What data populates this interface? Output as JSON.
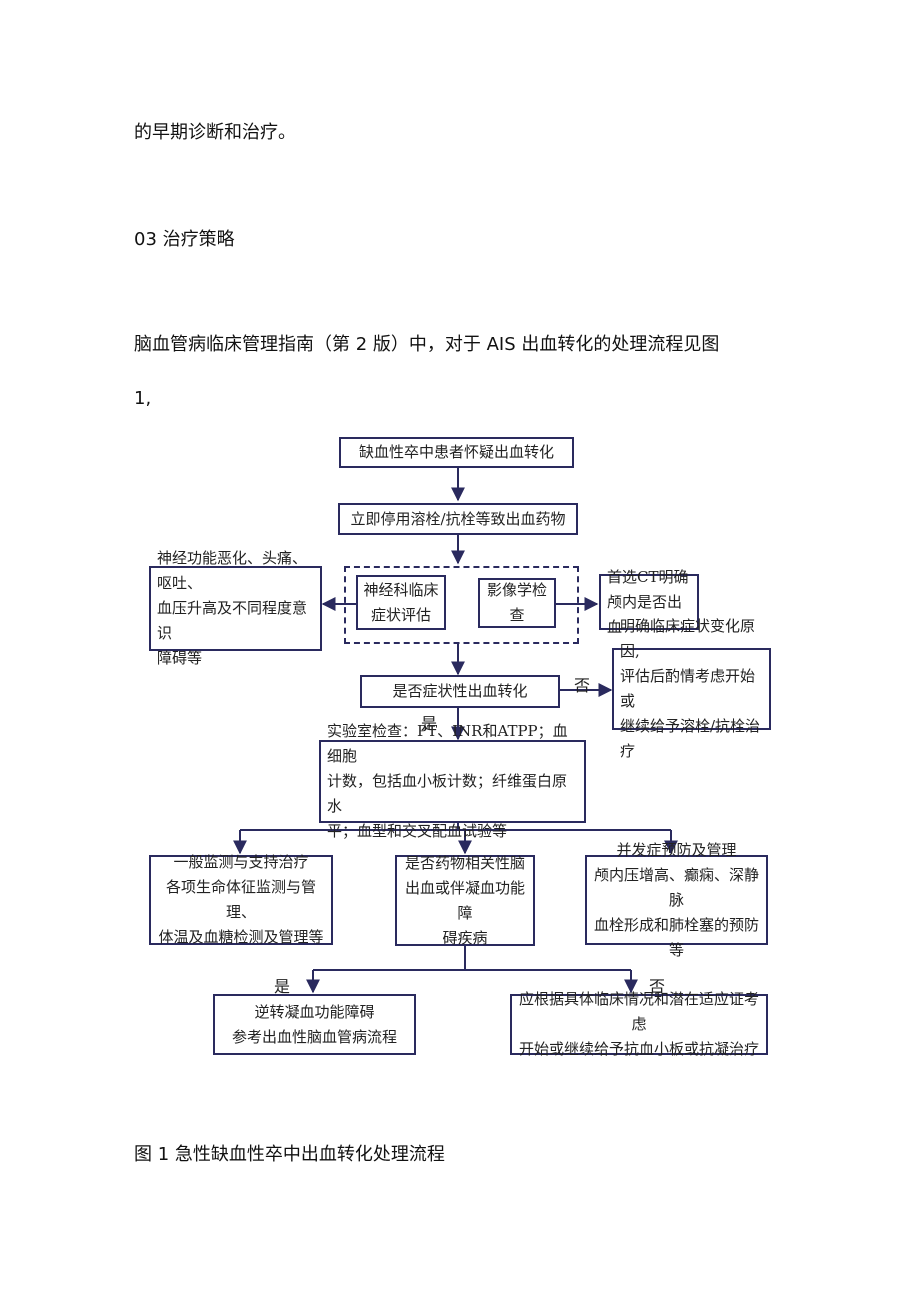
{
  "paragraphs": {
    "p1": "的早期诊断和治疗。",
    "heading": "03 治疗策略",
    "p2": "脑血管病临床管理指南（第 2 版）中，对于 AIS 出血转化的处理流程见图",
    "p3": "1,",
    "caption": "图 1 急性缺血性卒中出血转化处理流程"
  },
  "flowchart": {
    "suspect": "缺血性卒中患者怀疑出血转化",
    "stop_drugs": "立即停用溶栓/抗栓等致出血药物",
    "neuro_symptoms": "神经功能恶化、头痛、呕吐、\n血压升高及不同程度意识\n障碍等",
    "neuro_eval": "神经科临床\n症状评估",
    "imaging": "影像学检查",
    "ct_first": "首选CT明确\n颅内是否出血",
    "symptomatic_q": "是否症状性出血转化",
    "no_label_1": "否",
    "clarify": "明确临床症状变化原因,\n评估后酌情考虑开始或\n继续给予溶栓/抗栓治疗",
    "yes_label_1": "是",
    "lab_tests": "实验室检查：PT、INR和ATPP；血细胞\n计数，包括血小板计数；纤维蛋白原水\n平；血型和交叉配血试验等",
    "general_monitor": "一般监测与支持治疗\n各项生命体征监测与管理、\n体温及血糖检测及管理等",
    "drug_related_q": "是否药物相关性脑\n出血或伴凝血功能障\n碍疾病",
    "complication": "并发症预防及管理\n颅内压增高、癫痫、深静脉\n血栓形成和肺栓塞的预防等",
    "yes_label_2": "是",
    "no_label_2": "否",
    "reverse": "逆转凝血功能障碍\n参考出血性脑血管病流程",
    "resume": "应根据具体临床情况和潜在适应证考虑\n开始或继续给予抗血小板或抗凝治疗"
  },
  "colors": {
    "line": "#2a2a5e",
    "text": "#111111"
  }
}
